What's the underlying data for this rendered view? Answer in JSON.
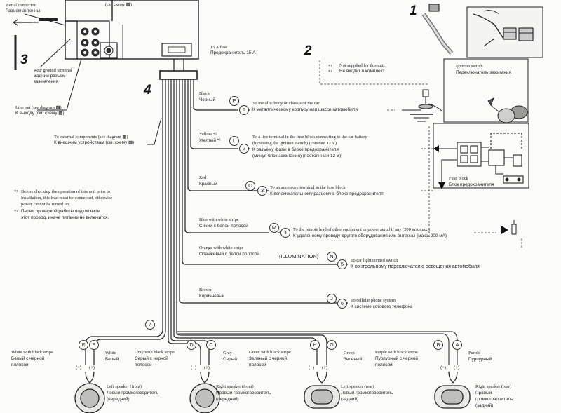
{
  "step_numbers": [
    "1",
    "2",
    "3",
    "4"
  ],
  "head_unit": {
    "aerial_connector": "Aerial connector",
    "aerial_connector_ru": "Разъем антенны",
    "top_ref_ru": "(см. схему ▩)",
    "rear_ground": "Rear ground terminal",
    "rear_ground_ru_1": "Задний разъем",
    "rear_ground_ru_2": "заземления",
    "line_out": "Line out (see diagram ▩)",
    "line_out_ru": "К выходу (см. схему ▩)",
    "external": "To external components (see diagram ▩)",
    "external_ru": "К внешним устройствам (см. схему ▩)",
    "fuse": "15 A fuse",
    "fuse_ru": "Предохранитель 15 A"
  },
  "notes": {
    "n1_mark": "*¹",
    "n1": "Not supplied for this unit.",
    "n1_ru": "Не входит в комплект",
    "n2_mark": "*²",
    "n2_line1": "Before checking the operation of this unit prior to",
    "n2_line2": "installation, this lead must be connected, otherwise",
    "n2_line3": "power cannot be turned on.",
    "n2_ru_line1": "Перед проверкой работы подключите",
    "n2_ru_line2": "этот провод, иначе питание не включится."
  },
  "wires": [
    {
      "color": "Black",
      "color_ru": "Черный",
      "letter": "P",
      "number": "1",
      "desc": "To metallic body or chassis of the car",
      "desc_ru": "К металлическому корпусу или шасси автомобиля"
    },
    {
      "color": "Yellow *²",
      "color_ru": "Желтый *²",
      "letter": "L",
      "number": "2",
      "desc": "To a live terminal in the fuse block connecting to the car battery",
      "desc2": "(bypassing the ignition switch) (constant 12 V)",
      "desc_ru": "К разъему фазы в блоке предохранителя",
      "desc2_ru": "(минуя блок зажигания) (постоянный 12 В)"
    },
    {
      "color": "Red",
      "color_ru": "Красный",
      "letter": "O",
      "number": "3",
      "desc": "To an accessory terminal in the fuse block",
      "desc_ru": "К вспомогательному разъему в блоке предохранителя"
    },
    {
      "color": "Blue with white stripe",
      "color_ru": "Синий с белой полосой",
      "letter": "M",
      "number": "4",
      "desc": "To the remote lead of other equipment or power aerial if any (200 mA max.)",
      "desc_ru": "К удаленному проводу другого оборудования или антенны (макс. 200 мА)"
    },
    {
      "color": "Orange with white stripe",
      "color_ru": "Оранжевый с белой полосой",
      "letter": "N",
      "number": "5",
      "prefix": "(ILLUMINATION)",
      "desc": "To car light control switch",
      "desc_ru": "К контрольному переключателю освещения автомобиля"
    },
    {
      "color": "Brown",
      "color_ru": "Коричневый",
      "letter": "J",
      "number": "6",
      "desc": "To cellular phone system",
      "desc_ru": "К системе сотового телефона"
    }
  ],
  "bundle_number": "7",
  "speakers": [
    {
      "left_color": "White with black stripe",
      "left_color_ru_1": "Белый с черной",
      "left_color_ru_2": "полосой",
      "left_letter": "F",
      "right_letter": "E",
      "right_color": "White",
      "right_color_ru": "Белый",
      "name": "Left speaker (front)",
      "name_ru_1": "Левый громкоговоритель",
      "name_ru_2": "(передний)"
    },
    {
      "left_color": "Gray with black stripe",
      "left_color_ru_1": "Серый с черной",
      "left_color_ru_2": "полосой",
      "left_letter": "D",
      "right_letter": "C",
      "right_color": "Gray",
      "right_color_ru": "Серый",
      "name": "Right speaker (front)",
      "name_ru_1": "Правый громкоговоритель",
      "name_ru_2": "(передний)"
    },
    {
      "left_color": "Green with black stripe",
      "left_color_ru_1": "Зеленый с черной",
      "left_color_ru_2": "полосой",
      "left_letter": "H",
      "right_letter": "G",
      "right_color": "Green",
      "right_color_ru": "Зеленый",
      "name": "Left speaker (rear)",
      "name_ru_1": "Левый громкоговоритель",
      "name_ru_2": "(задний)"
    },
    {
      "left_color": "Purple with black stripe",
      "left_color_ru_1": "Пурпурный с черной",
      "left_color_ru_2": "полосой",
      "left_letter": "B",
      "right_letter": "A",
      "right_color": "Purple",
      "right_color_ru": "Пурпурный",
      "name": "Right speaker (rear)",
      "name_ru_1": "Правый",
      "name_ru_2": "громкоговоритель",
      "name_ru_3": "(задний)"
    }
  ],
  "polarity_minus": "(−)",
  "polarity_plus": "(+)",
  "side_panel": {
    "ignition_switch": "Ignition switch",
    "ignition_switch_ru": "Переключатель зажигания",
    "fuse_block": "Fuse block",
    "fuse_block_ru": "Блок предохранителя"
  }
}
